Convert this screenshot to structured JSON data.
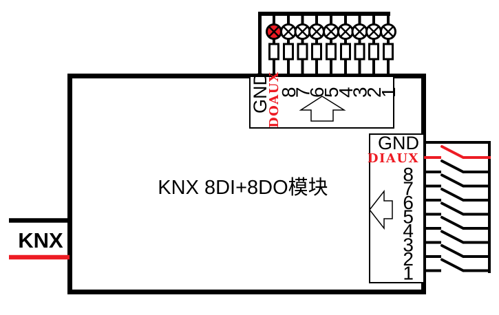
{
  "colors": {
    "red": "#ed1c24",
    "black": "#000000",
    "bg": "#ffffff"
  },
  "module": {
    "title": "KNX 8DI+8DO模块"
  },
  "knx_bus": {
    "label": "KNX"
  },
  "top_connector": {
    "description": "digital output terminal block with indicator lamps",
    "labels": [
      "GND",
      "DOAUX",
      "8",
      "7",
      "6",
      "5",
      "4",
      "3",
      "2",
      "1"
    ]
  },
  "right_connector": {
    "description": "digital input terminal block with switches",
    "labels": [
      "GND",
      "DIAUX",
      "8",
      "7",
      "6",
      "5",
      "4",
      "3",
      "2",
      "1"
    ]
  },
  "icons": {
    "lamp": "indicator-lamp-circle-x",
    "resistor": "resistor-box",
    "switch": "open-switch",
    "up_arrow": "block-arrow-up",
    "left_arrow": "block-arrow-left"
  }
}
